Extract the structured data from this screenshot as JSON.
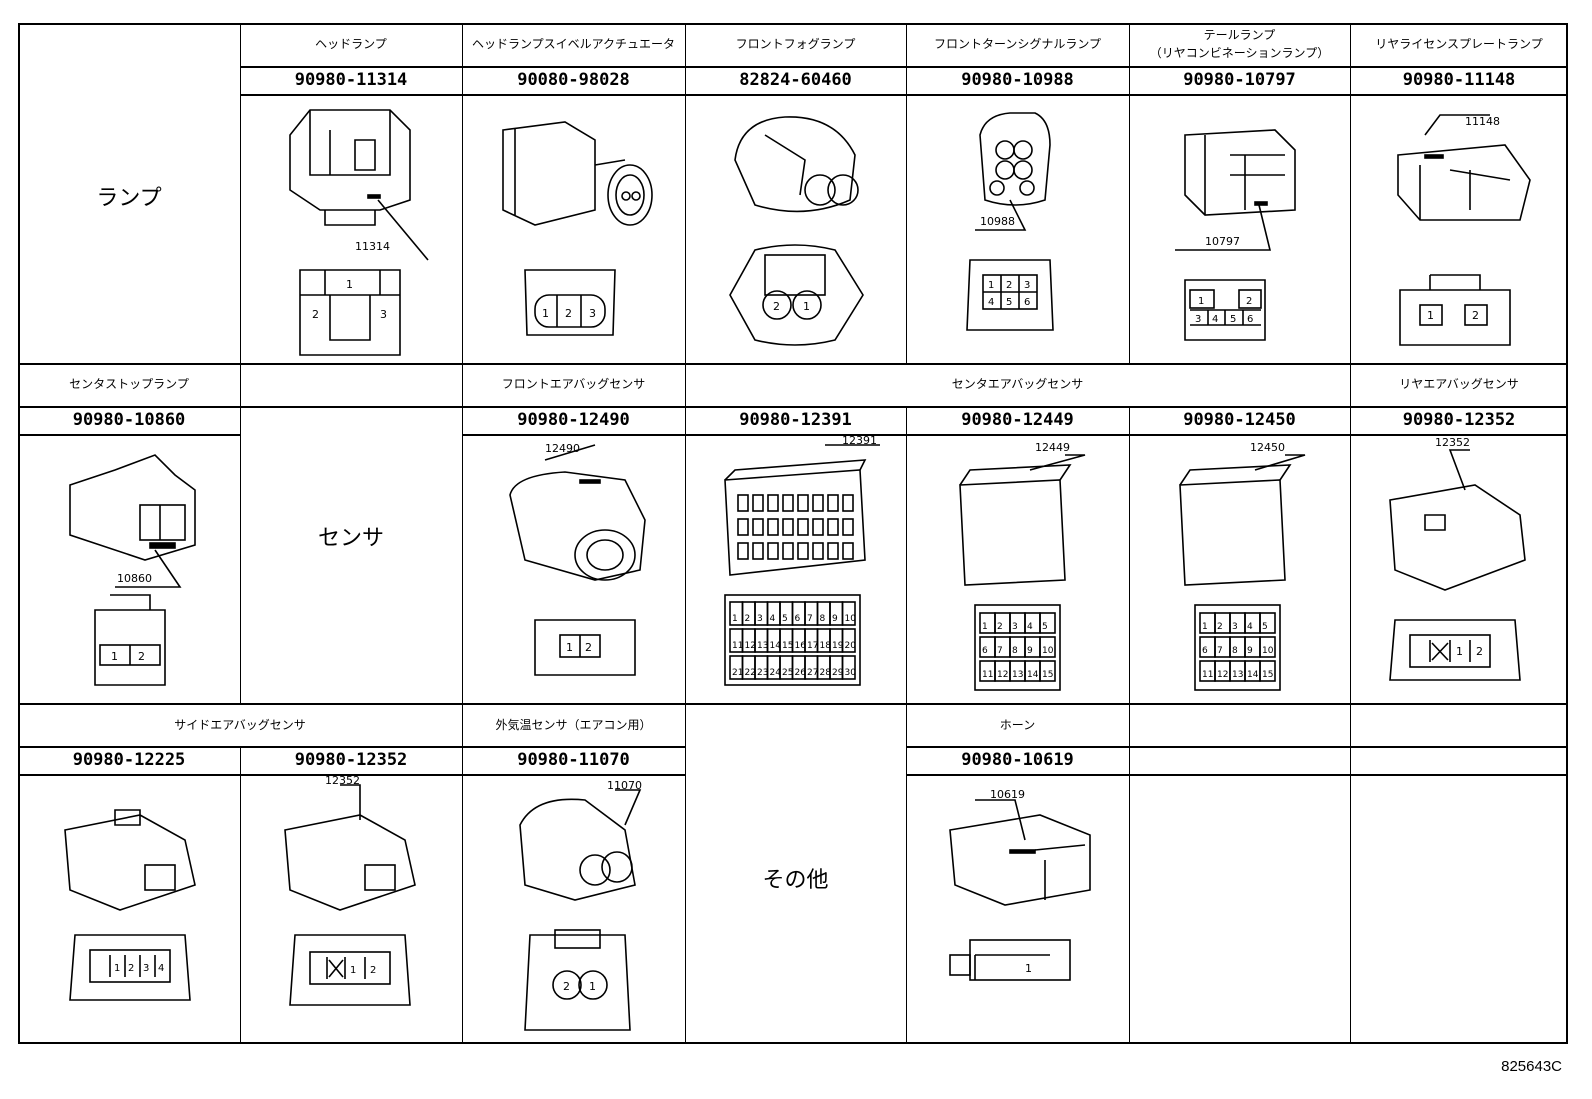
{
  "categories": {
    "lamp": "ランプ",
    "sensor": "センサ",
    "other": "その他"
  },
  "cells": [
    {
      "id": "c1",
      "name": "ヘッドランプ",
      "part": "90980-11314",
      "callout": "11314",
      "pins": [
        "1",
        "2",
        "3"
      ]
    },
    {
      "id": "c2",
      "name": "ヘッドランプスイベルアクチュエータ",
      "part": "90080-98028",
      "pins": [
        "1",
        "2",
        "3"
      ]
    },
    {
      "id": "c3",
      "name": "フロントフォグランプ",
      "part": "82824-60460",
      "pins": [
        "2",
        "1"
      ]
    },
    {
      "id": "c4",
      "name": "フロントターンシグナルランプ",
      "part": "90980-10988",
      "callout": "10988",
      "pins": [
        "1",
        "2",
        "3",
        "4",
        "5",
        "6"
      ]
    },
    {
      "id": "c5",
      "name": "テールランプ",
      "name2": "（リヤコンビネーションランプ）",
      "part": "90980-10797",
      "callout": "10797",
      "pins": [
        "1",
        "2",
        "3",
        "4",
        "5",
        "6"
      ]
    },
    {
      "id": "c6",
      "name": "リヤライセンスプレートランプ",
      "part": "90980-11148",
      "callout": "11148",
      "pins": [
        "1",
        "2"
      ]
    },
    {
      "id": "c7",
      "name": "センタストップランプ",
      "part": "90980-10860",
      "callout": "10860",
      "pins": [
        "1",
        "2"
      ]
    },
    {
      "id": "c8",
      "name": "フロントエアバッグセンサ",
      "part": "90980-12490",
      "callout": "12490",
      "pins": [
        "1",
        "2"
      ]
    },
    {
      "id": "c9",
      "name": "センタエアバッグセンサ",
      "part": "90980-12391",
      "callout": "12391",
      "pins": [
        "1",
        "2",
        "3",
        "4",
        "5",
        "6",
        "7",
        "8",
        "9",
        "10",
        "11",
        "12",
        "13",
        "14",
        "15",
        "16",
        "17",
        "18",
        "19",
        "20",
        "21",
        "22",
        "23",
        "24",
        "25",
        "26",
        "27",
        "28",
        "29",
        "30"
      ]
    },
    {
      "id": "c10",
      "part": "90980-12449",
      "callout": "12449",
      "pins": [
        "1",
        "2",
        "3",
        "4",
        "5",
        "6",
        "7",
        "8",
        "9",
        "10",
        "11",
        "12",
        "13",
        "14",
        "15"
      ]
    },
    {
      "id": "c11",
      "part": "90980-12450",
      "callout": "12450",
      "pins": [
        "1",
        "2",
        "3",
        "4",
        "5",
        "6",
        "7",
        "8",
        "9",
        "10",
        "11",
        "12",
        "13",
        "14",
        "15"
      ]
    },
    {
      "id": "c12",
      "name": "リヤエアバッグセンサ",
      "part": "90980-12352",
      "callout": "12352",
      "pins": [
        "1",
        "2"
      ]
    },
    {
      "id": "c13",
      "name": "サイドエアバッグセンサ",
      "part": "90980-12225",
      "pins": [
        "1",
        "2",
        "3",
        "4"
      ]
    },
    {
      "id": "c14",
      "part": "90980-12352",
      "callout": "12352",
      "pins": [
        "1",
        "2"
      ]
    },
    {
      "id": "c15",
      "name": "外気温センサ（エアコン用）",
      "part": "90980-11070",
      "callout": "11070",
      "pins": [
        "2",
        "1"
      ]
    },
    {
      "id": "c16",
      "name": "ホーン",
      "part": "90980-10619",
      "callout": "10619",
      "pins": [
        "1"
      ]
    }
  ],
  "figure_code": "825643C"
}
